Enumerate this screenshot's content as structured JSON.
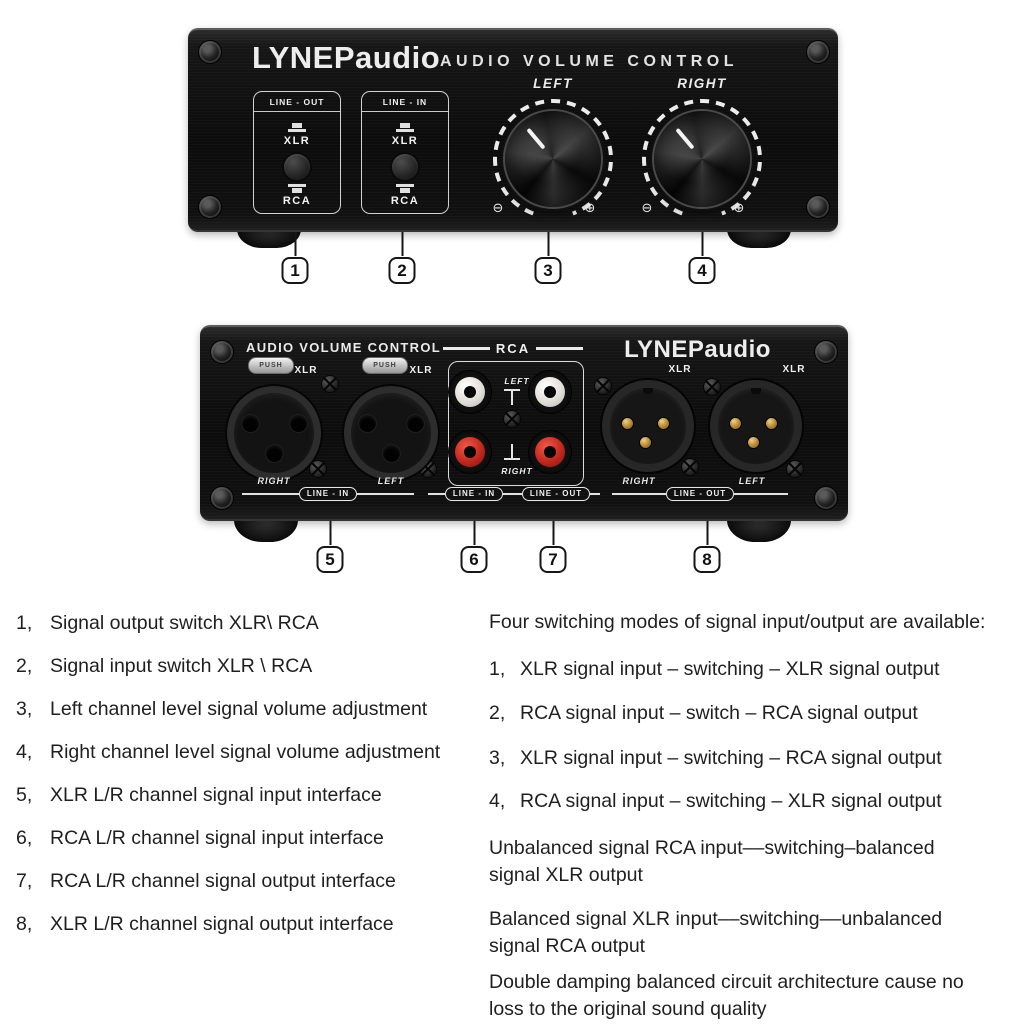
{
  "front_panel": {
    "logo": "LYNEPaudio",
    "title": "AUDIO VOLUME CONTROL",
    "switches": [
      {
        "title": "LINE - OUT",
        "top_label": "XLR",
        "bottom_label": "RCA"
      },
      {
        "title": "LINE - IN",
        "top_label": "XLR",
        "bottom_label": "RCA"
      }
    ],
    "knobs": [
      {
        "label": "LEFT",
        "min": "⊖",
        "max": "⊕"
      },
      {
        "label": "RIGHT",
        "min": "⊖",
        "max": "⊕"
      }
    ],
    "callouts": [
      "1",
      "2",
      "3",
      "4"
    ]
  },
  "back_panel": {
    "title": "AUDIO VOLUME CONTROL",
    "logo": "LYNEPaudio",
    "xlr_in": {
      "latch": "PUSH",
      "labels": [
        "XLR",
        "XLR"
      ],
      "channels": [
        "RIGHT",
        "LEFT"
      ],
      "banner": "LINE - IN"
    },
    "rca": {
      "header": "RCA",
      "top_label": "LEFT",
      "bottom_label": "RIGHT",
      "banner_in": "LINE - IN",
      "banner_out": "LINE - OUT"
    },
    "xlr_out": {
      "labels": [
        "XLR",
        "XLR"
      ],
      "channels": [
        "RIGHT",
        "LEFT"
      ],
      "banner": "LINE - OUT"
    },
    "callouts": [
      "5",
      "6",
      "7",
      "8"
    ]
  },
  "legend": [
    {
      "num": "1",
      "text": "Signal output switch XLR\\ RCA"
    },
    {
      "num": "2",
      "text": "Signal input switch XLR \\ RCA"
    },
    {
      "num": "3",
      "text": "Left channel level signal volume adjustment"
    },
    {
      "num": "4",
      "text": "Right channel level signal volume adjustment"
    },
    {
      "num": "5",
      "text": "XLR L/R channel signal input interface"
    },
    {
      "num": "6",
      "text": "RCA L/R channel signal input interface"
    },
    {
      "num": "7",
      "text": "RCA L/R channel signal output interface"
    },
    {
      "num": "8",
      "text": "XLR L/R channel signal output interface"
    }
  ],
  "modes": {
    "heading": "Four switching modes of signal input/output are available:",
    "items": [
      {
        "num": "1",
        "text": "XLR signal input – switching – XLR signal output"
      },
      {
        "num": "2",
        "text": "RCA signal input – switch – RCA signal output"
      },
      {
        "num": "3",
        "text": "XLR signal input – switching – RCA signal output"
      },
      {
        "num": "4",
        "text": "RCA signal input – switching – XLR signal output"
      }
    ],
    "paragraphs": [
      "Unbalanced signal RCA input––switching–balanced signal XLR output",
      "Balanced signal XLR input––switching––unbalanced signal RCA output",
      "Double damping balanced circuit architecture cause no loss to the original sound quality"
    ]
  },
  "colors": {
    "chassis_black": "#0e0e0e",
    "panel_text_white": "#ececec",
    "rca_white": "#e9e7e2",
    "rca_red": "#c5271d",
    "xlr_pin_gold": "#b3852e",
    "body_text": "#1f1f1f"
  }
}
